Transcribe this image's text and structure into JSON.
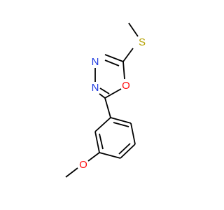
{
  "molecule": {
    "atoms": [
      {
        "label": "S",
        "color": "#b5a100"
      },
      {
        "label": "N",
        "color": "#1f3be0"
      },
      {
        "label": "N",
        "color": "#1f3be0"
      },
      {
        "label": "O",
        "color": "#ff0d0d"
      },
      {
        "label": "O",
        "color": "#ff0d0d"
      }
    ]
  }
}
